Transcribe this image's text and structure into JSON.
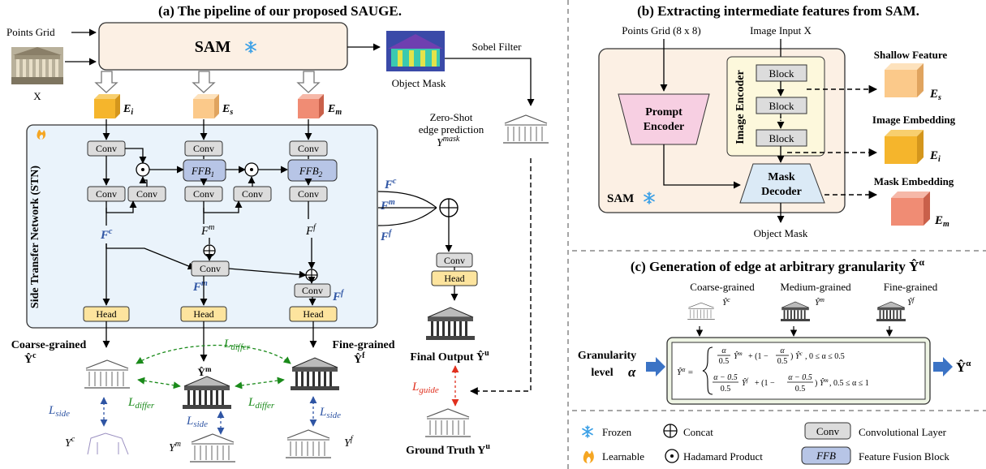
{
  "colors": {
    "stn_fill": "#eaf3fb",
    "sam_fill": "#fcf0e4",
    "ffb_fill": "#b7c5e6",
    "conv_fill": "#dcdcdc",
    "head_fill": "#fde49e",
    "encoder_fill": "#f7cfe2",
    "decoder_fill": "#dbeaf6",
    "image_encoder_fill": "#fdf8dc",
    "ei_color": "#f5b52c",
    "es_color": "#fbc98a",
    "em_color": "#f08c74",
    "differ_color": "#1a8a1a",
    "guide_color": "#e0301e",
    "label_blue": "#2f55a4",
    "granularity_box": "#eef4e4",
    "snowflake": "#3ba0e6",
    "flame": "#f5a623"
  },
  "icons": [
    "snowflake-icon",
    "flame-icon",
    "concat-icon",
    "hadamard-icon",
    "arrow-icon"
  ],
  "panel_a": {
    "title": "(a) The pipeline of our proposed SAUGE.",
    "points_grid": "Points Grid",
    "x_label": "X",
    "sam": "SAM",
    "object_mask": "Object Mask",
    "sobel": "Sobel Filter",
    "ei": "E",
    "ei_sub": "i",
    "es": "E",
    "es_sub": "s",
    "em": "E",
    "em_sub": "m",
    "zero_shot_1": "Zero-Shot",
    "zero_shot_2": "edge prediction",
    "ymask": "Y",
    "ymask_sup": "mask",
    "stn": "Side Transfer Network (STN)",
    "conv": "Conv",
    "ffb1": "FFB",
    "ffb1_sub": "1",
    "ffb2": "FFB",
    "ffb2_sub": "2",
    "head": "Head",
    "f": "F",
    "sup_c": "c",
    "sup_m": "m",
    "sup_f": "f",
    "coarse": "Coarse-grained",
    "fine": "Fine-grained",
    "final_output": "Final Output Ŷ",
    "final_sup": "u",
    "ground_truth": "Ground Truth Y",
    "gt_sup": "u",
    "l_differ": "L",
    "differ_sub": "differ",
    "l_side": "L",
    "side_sub": "side",
    "l_guide": "L",
    "guide_sub": "guide",
    "yhat": "Ŷ",
    "y": "Y"
  },
  "panel_b": {
    "title": "(b) Extracting intermediate features from SAM.",
    "points_grid": "Points Grid (8 x 8)",
    "image_input": "Image Input X",
    "image_encoder": "Image Encoder",
    "block": "Block",
    "prompt_1": "Prompt",
    "prompt_2": "Encoder",
    "mask_1": "Mask",
    "mask_2": "Decoder",
    "sam": "SAM",
    "object_mask": "Object Mask",
    "shallow": "Shallow Feature",
    "image_emb": "Image Embedding",
    "mask_emb": "Mask Embedding"
  },
  "panel_c": {
    "title": "(c) Generation of edge at arbitrary granularity Ŷ",
    "title_sup": "α",
    "coarse": "Coarse-grained",
    "medium": "Medium-grained",
    "fine": "Fine-grained",
    "granularity_1": "Granularity",
    "granularity_2": "level",
    "alpha": "α",
    "eq_lhs": "Ŷ",
    "row1_cond": ", 0 ≤ α ≤ 0.5",
    "row2_cond": ", 0.5 ≤ α ≤ 1",
    "a_num": "α",
    "a_den": "0.5",
    "b_num": "α − 0.5",
    "b_den": "0.5",
    "one_minus": "1 −"
  },
  "legend": {
    "frozen": "Frozen",
    "concat": "Concat",
    "conv": "Conv",
    "conv_label": "Convolutional Layer",
    "learnable": "Learnable",
    "hadamard": "Hadamard Product",
    "ffb": "FFB",
    "ffb_label": "Feature Fusion Block"
  }
}
